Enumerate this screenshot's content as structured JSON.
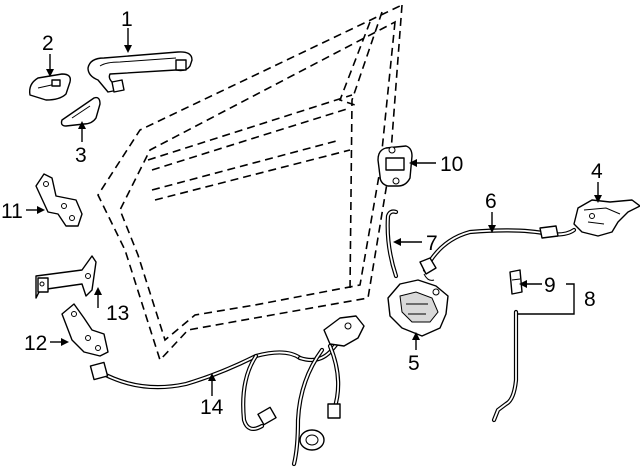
{
  "callouts": [
    "1",
    "2",
    "3",
    "4",
    "5",
    "6",
    "7",
    "8",
    "9",
    "10",
    "11",
    "12",
    "13",
    "14"
  ],
  "parts": {
    "door_outline": "door-outline",
    "outside_handle": "outside-handle",
    "handle_cap": "handle-cap",
    "handle_insert": "handle-insert",
    "striker": "striker",
    "lock_actuator": "lock-actuator",
    "cable": "cable",
    "rod": "rod",
    "upper_hinge": "upper-hinge",
    "check_link": "check-link",
    "lower_hinge": "lower-hinge",
    "wiring_harness": "wiring-harness",
    "rod_clip": "rod-clip",
    "latch_assembly": "latch-assembly",
    "lock_rod": "lock-rod"
  }
}
